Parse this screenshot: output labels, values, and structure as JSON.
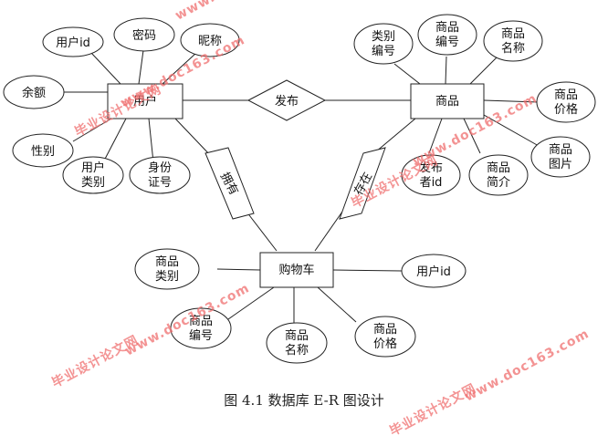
{
  "entities": {
    "user": "用户",
    "product": "商品",
    "cart": "购物车"
  },
  "relationships": {
    "publish": "发布",
    "own": "拥有",
    "contain": "存在"
  },
  "attributes": {
    "user": [
      "用户id",
      "密码",
      "昵称",
      "余额",
      "性别",
      "用户\n类别",
      "身份\n证号"
    ],
    "product": [
      "类别\n编号",
      "商品\n编号",
      "商品\n名称",
      "商品\n价格",
      "商品\n图片",
      "商品\n简介",
      "发布\n者id"
    ],
    "cart": [
      "商品\n类别",
      "商品\n编号",
      "商品\n名称",
      "商品\n价格",
      "用户id"
    ]
  },
  "caption": "图 4.1  数据库 E-R 图设计",
  "watermarks": [
    "毕业设计论文网",
    "www.doc163.com"
  ],
  "colors": {
    "watermark": "#f07070",
    "line": "#222222"
  }
}
